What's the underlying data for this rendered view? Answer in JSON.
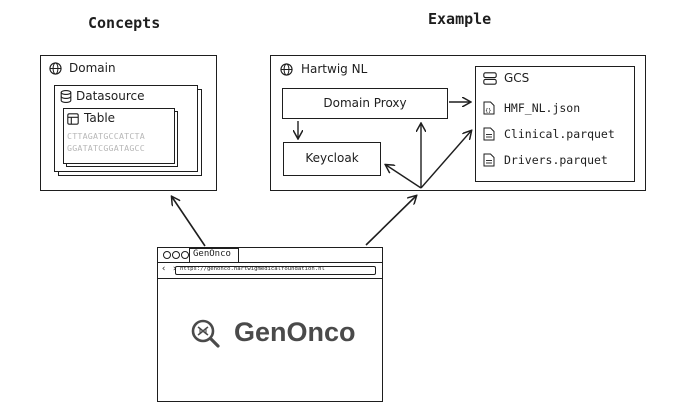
{
  "headings": {
    "concepts": "Concepts",
    "example": "Example"
  },
  "concepts": {
    "domain": "Domain",
    "datasource": "Datasource",
    "table": "Table",
    "dna_line1": "CTTAGATGCCATCTA",
    "dna_line2": "GGATATCGGATAGCC"
  },
  "example": {
    "title": "Hartwig NL",
    "domain_proxy": "Domain Proxy",
    "keycloak": "Keycloak",
    "gcs": "GCS",
    "files": [
      "HMF_NL.json",
      "Clinical.parquet",
      "Drivers.parquet"
    ]
  },
  "browser": {
    "tab": "GenOnco",
    "url": "https://genonco.hartwigmedicalfoundation.nl",
    "brand": "GenOnco"
  },
  "icons": {
    "domain": "globe-icon",
    "datasource": "database-icon",
    "table": "table-icon",
    "hartwig": "globe-icon",
    "gcs": "server-icon",
    "json_file": "json-file-icon",
    "parquet_file": "file-icon",
    "brand_logo": "dna-magnifier-icon"
  }
}
